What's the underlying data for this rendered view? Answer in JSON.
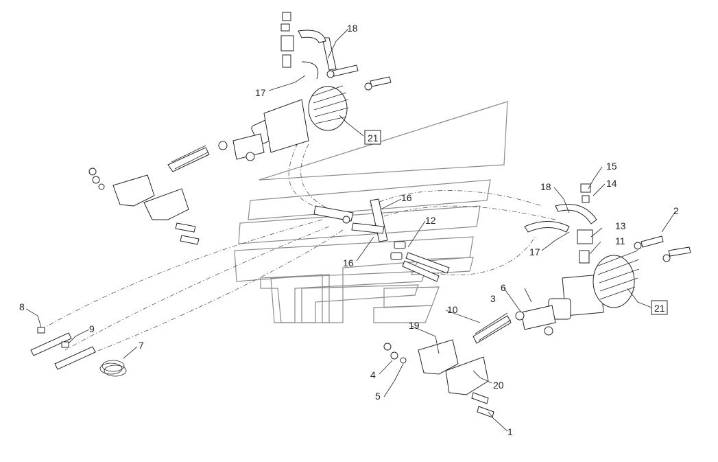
{
  "callouts": {
    "c1": "1",
    "c2": "2",
    "c3": "3",
    "c4": "4",
    "c5": "5",
    "c6": "6",
    "c7": "7",
    "c8": "8",
    "c9": "9",
    "c10": "10",
    "c11": "11",
    "c12": "12",
    "c13": "13",
    "c14": "14",
    "c15": "15",
    "c16a": "16",
    "c16b": "16",
    "c17a": "17",
    "c17b": "17",
    "c18a": "18",
    "c18b": "18",
    "c19": "19",
    "c20": "20",
    "c21a": "21",
    "c21b": "21"
  },
  "colors": {
    "line": "#222222",
    "watermark": "#8a8a8a"
  }
}
